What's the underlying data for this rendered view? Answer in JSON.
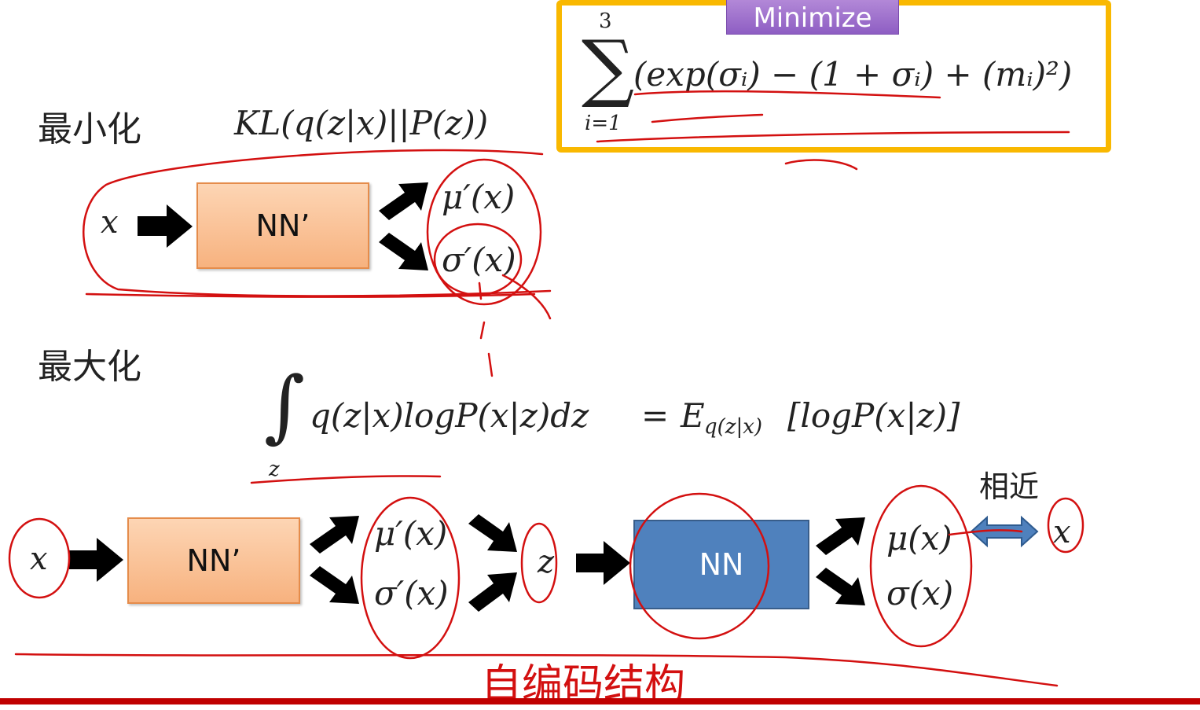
{
  "labels": {
    "minimize_cn": "最小化",
    "maximize_cn": "最大化",
    "similar_cn": "相近",
    "autoencoder_cn": "自编码结构",
    "minimize_tag": "Minimize"
  },
  "boxes": {
    "encoder_top": "NN’",
    "encoder_bottom": "NN’",
    "decoder": "NN"
  },
  "math": {
    "kl": "KL(q(z|x)||P(z))",
    "sum_upper": "3",
    "sum_lower": "i=1",
    "sum_body": "(exp(σᵢ) − (1 + σᵢ) + (mᵢ)²)",
    "integral_body": "q(z|x)logP(x|z)dz",
    "integral_var": "z",
    "equals": "=",
    "expectation": "E",
    "expectation_sub": "q(z|x)",
    "expectation_body": "[logP(x|z)]"
  },
  "variables": {
    "x_top": "x",
    "mu_prime_top": "μ′(x)",
    "sigma_prime_top": "σ′(x)",
    "x_bottom": "x",
    "mu_prime_bottom": "μ′(x)",
    "sigma_prime_bottom": "σ′(x)",
    "z": "z",
    "mu": "μ(x)",
    "sigma": "σ(x)",
    "x_hat": "x"
  },
  "colors": {
    "annotation_red": "#d31010",
    "frame_yellow": "#f9b800",
    "orange_fill": "#f7b27f",
    "blue_fill": "#4f81bd",
    "double_arrow_blue": "#4f81bd"
  }
}
